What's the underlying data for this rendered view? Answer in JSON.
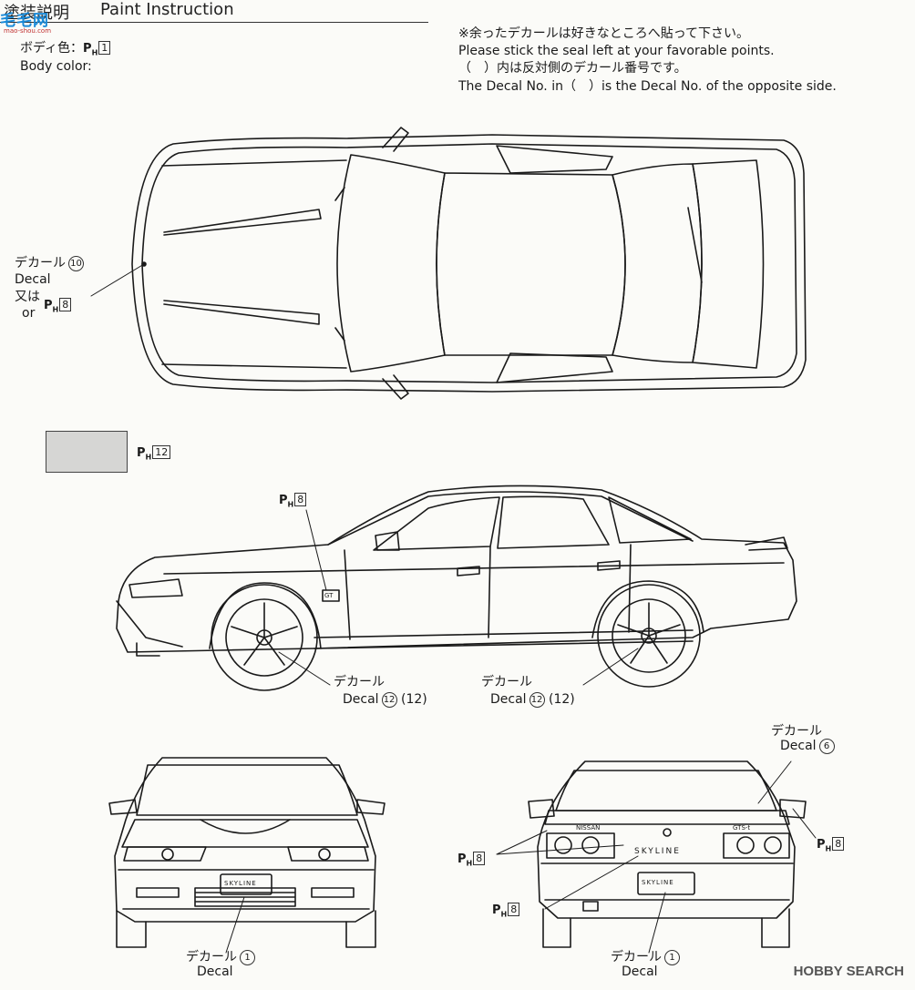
{
  "header": {
    "title_jp": "塗装説明",
    "title_en": "Paint Instruction"
  },
  "watermark": {
    "main": "毛毛网",
    "sub": "mao-shou.com"
  },
  "body_color": {
    "label_jp": "ボディ色：",
    "label_en": "Body color:",
    "paint_prefix": "P",
    "paint_sub": "H",
    "paint_no": "1"
  },
  "notes": [
    "※余ったデカールは好きなところへ貼って下さい。",
    "Please stick the seal left at your favorable points.",
    "（　）内は反対側のデカール番号です。",
    "The Decal No. in（　）is the Decal No. of the opposite side."
  ],
  "callouts": {
    "top_decal": {
      "jp": "デカール",
      "en": "Decal",
      "num": "10",
      "or_jp": "又は",
      "or_en": "or",
      "paint_no": "8"
    },
    "swatch": {
      "paint_no": "12"
    },
    "side_paint": {
      "paint_no": "8"
    },
    "wheel_front": {
      "jp": "デカール",
      "en": "Decal",
      "num": "12",
      "opp": "(12)"
    },
    "wheel_rear": {
      "jp": "デカール",
      "en": "Decal",
      "num": "12",
      "opp": "(12)"
    },
    "rear_decal6": {
      "jp": "デカール",
      "en": "Decal",
      "num": "6"
    },
    "rear_paint_left": {
      "paint_no": "8"
    },
    "rear_paint_right": {
      "paint_no": "8"
    },
    "rear_paint_bottom": {
      "paint_no": "8"
    },
    "front_decal": {
      "jp": "デカール",
      "en": "Decal",
      "num": "1"
    },
    "rear_decal": {
      "jp": "デカール",
      "en": "Decal",
      "num": "1"
    }
  },
  "badges": {
    "skyline": "SKYLINE",
    "nissan": "NISSAN",
    "gts": "GTS-t",
    "gt": "GT"
  },
  "credit": {
    "text": "HOBBY SEARCH"
  },
  "colors": {
    "line": "#1a1a1a",
    "swatch": "#d6d6d4",
    "paper": "#fbfbf8"
  }
}
